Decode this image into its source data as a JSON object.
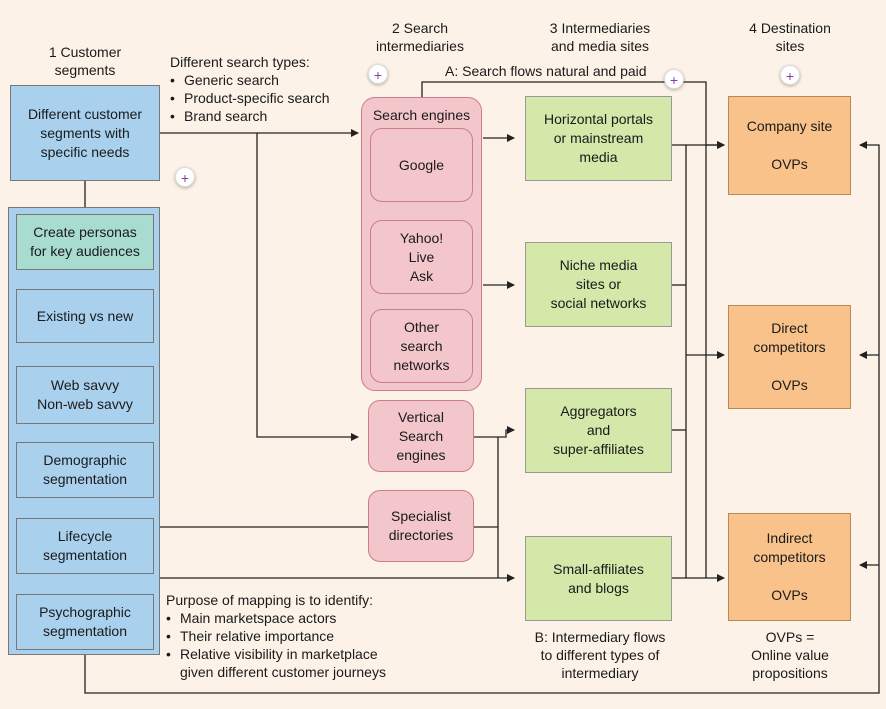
{
  "headers": {
    "col1": "1 Customer\nsegments",
    "col2": "2 Search\nintermediaries",
    "col3": "3 Intermediaries\nand media sites",
    "col4": "4 Destination\nsites"
  },
  "search_types": {
    "title": "Different search types:",
    "items": [
      "Generic search",
      "Product-specific search",
      "Brand search"
    ]
  },
  "flow_a_label": "A:  Search flows natural and paid",
  "flow_b_label": "B:  Intermediary flows\nto different types of\nintermediary",
  "segments": {
    "main": "Different customer\nsegments with\nspecific needs",
    "personas": "Create personas\nfor key audiences",
    "items": [
      "Existing vs new",
      "Web savvy\nNon-web savvy",
      "Demographic\nsegmentation",
      "Lifecycle\nsegmentation",
      "Psychographic\nsegmentation"
    ]
  },
  "search": {
    "group_title": "Search engines",
    "engines": [
      "Google",
      "Yahoo!\nLive\nAsk",
      "Other\nsearch\nnetworks"
    ],
    "vertical": "Vertical\nSearch\nengines",
    "specialist": "Specialist\ndirectories"
  },
  "intermediaries": [
    "Horizontal portals\nor mainstream\nmedia",
    "Niche media\nsites or\nsocial networks",
    "Aggregators\nand\nsuper-affiliates",
    "Small-affiliates\nand blogs"
  ],
  "destinations": [
    "Company site\n\nOVPs",
    "Direct\ncompetitors\n\nOVPs",
    "Indirect\ncompetitors\n\nOVPs"
  ],
  "ovp_note": "OVPs =\nOnline value\npropositions",
  "purpose": {
    "title": "Purpose of mapping is to identify:",
    "items": [
      "Main marketspace actors",
      "Their relative importance",
      "Relative visibility in marketplace\ngiven different customer journeys"
    ]
  },
  "colors": {
    "background": "#fdf2e7",
    "segment_blue": "#a9d1ee",
    "persona_teal": "#a8dcd0",
    "search_pink": "#f3c6cc",
    "intermediary_green": "#d3e8a9",
    "destination_orange": "#f8c28a",
    "plus_purple": "#8a3aa8"
  },
  "plus_icon": "+"
}
